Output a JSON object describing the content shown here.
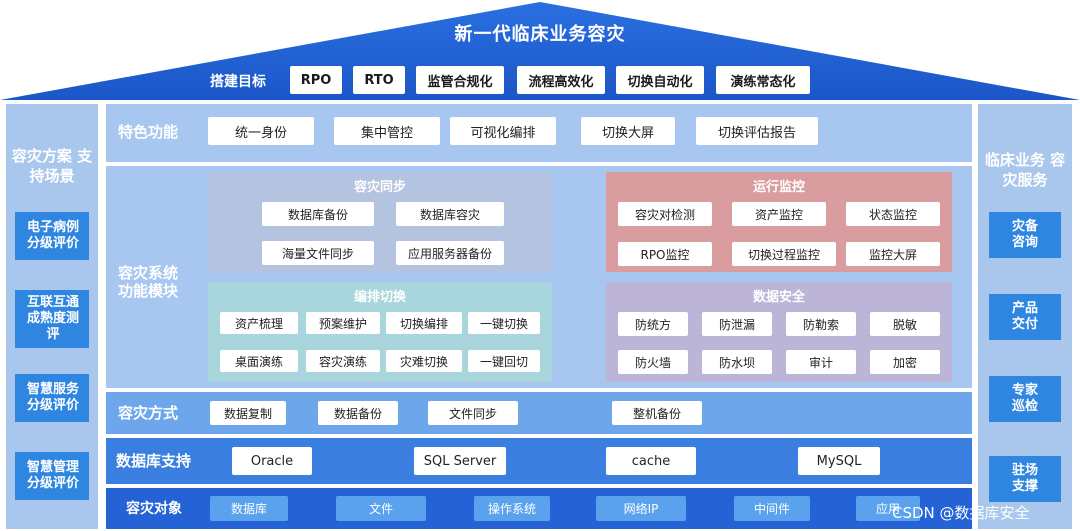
{
  "roof": {
    "title": "新一代临床业务容灾",
    "goal_label": "搭建目标",
    "goals": [
      "RPO",
      "RTO",
      "监管合规化",
      "流程高效化",
      "切换自动化",
      "演练常态化"
    ]
  },
  "left_side": {
    "title": "容灾方案\n支持场景",
    "items": [
      "电子病例\n分级评价",
      "互联互通\n成熟度测\n评",
      "智慧服务\n分级评价",
      "智慧管理\n分级评价"
    ]
  },
  "right_side": {
    "title": "临床业务\n容灾服务",
    "items": [
      "灾备\n咨询",
      "产品\n交付",
      "专家\n巡检",
      "驻场\n支撑"
    ]
  },
  "features": {
    "title": "特色功能",
    "items": [
      "统一身份",
      "集中管控",
      "可视化编排",
      "切换大屏",
      "切换评估报告"
    ]
  },
  "modules": {
    "title": "容灾系统\n功能模块",
    "sync": {
      "title": "容灾同步",
      "items": [
        "数据库备份",
        "数据库容灾",
        "海量文件同步",
        "应用服务器备份"
      ]
    },
    "monitor": {
      "title": "运行监控",
      "items": [
        "容灾对检测",
        "资产监控",
        "状态监控",
        "RPO监控",
        "切换过程监控",
        "监控大屏"
      ]
    },
    "orchestration": {
      "title": "编排切换",
      "items": [
        "资产梳理",
        "预案维护",
        "切换编排",
        "一键切换",
        "桌面演练",
        "容灾演练",
        "灾难切换",
        "一键回切"
      ]
    },
    "security": {
      "title": "数据安全",
      "items": [
        "防统方",
        "防泄漏",
        "防勒索",
        "脱敏",
        "防火墙",
        "防水坝",
        "审计",
        "加密"
      ]
    }
  },
  "methods": {
    "title": "容灾方式",
    "items": [
      "数据复制",
      "数据备份",
      "文件同步",
      "整机备份"
    ]
  },
  "databases": {
    "title": "数据库支持",
    "items": [
      "Oracle",
      "SQL Server",
      "cache",
      "MySQL"
    ]
  },
  "objects": {
    "title": "容灾对象",
    "items": [
      "数据库",
      "文件",
      "操作系统",
      "网络IP",
      "中间件",
      "应用"
    ]
  },
  "watermark": "CSDN @数据库安全",
  "colors": {
    "roof": "#1f5fd0",
    "side": "#a9c6ec",
    "side_chip": "#2f86e0",
    "band_light": "#a8c7f0",
    "band_mid": "#6ea6ec",
    "band_dark": "#3a7fe0",
    "band_deep": "#2462d6",
    "sync_panel": "#b4c3df",
    "monitor_panel": "#d99c9f",
    "orchestration_panel": "#a9d5dc",
    "security_panel": "#bcb5d8"
  }
}
